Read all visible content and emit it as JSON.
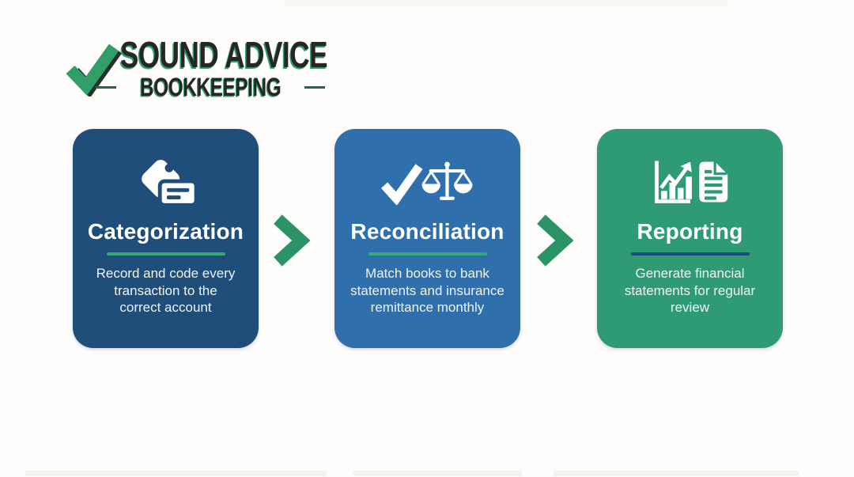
{
  "logo": {
    "line1": "SOUND ADVICE",
    "line2": "BOOKKEEPING",
    "check_color": "#2f9e68",
    "text_color": "#262626"
  },
  "steps": [
    {
      "title": "Categorization",
      "description": "Record and code every\ntransaction to the\ncorrect account",
      "bg_color": "#1f4e7b",
      "divider_color": "#3aa77a",
      "icon": "tag-card-icon"
    },
    {
      "title": "Reconciliation",
      "description": "Match books to bank\nstatements and insurance\nremittance monthly",
      "bg_color": "#2f6fac",
      "divider_color": "#3aa77a",
      "icon": "check-scales-icon"
    },
    {
      "title": "Reporting",
      "description": "Generate financial\nstatements for regular\nreview",
      "bg_color": "#2f9b75",
      "divider_color": "#1d4c7e",
      "icon": "chart-document-icon"
    }
  ],
  "arrow_color": "#2a9467"
}
